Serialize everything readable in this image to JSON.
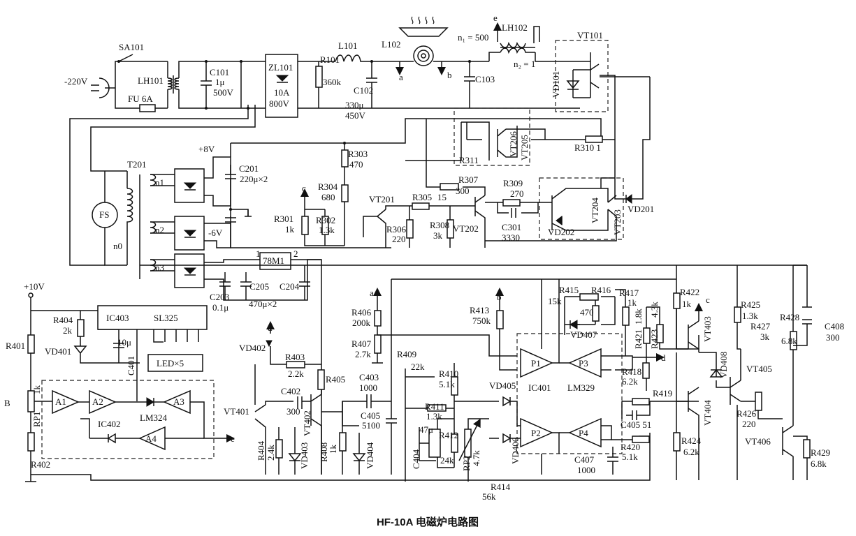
{
  "title": "HF-10A 电磁炉电路图",
  "labels": {
    "sa101": "SA101",
    "mains": "-220V",
    "lh101": "LH101",
    "fu": "FU 6A",
    "c101": "C101",
    "c101v": "1μ",
    "c101u": "500V",
    "zl101": "ZL101",
    "zl101a": "10A",
    "zl101b": "800V",
    "r101": "R101",
    "r101v": "360k",
    "l101": "L101",
    "l102": "L102",
    "c102": "C102",
    "c102v": "330μ",
    "c102u": "450V",
    "nodeA": "a",
    "nodeB": "b",
    "nodeC": "c",
    "nodeD": "d",
    "nodeE": "e",
    "n1eq": "n₁ = 500",
    "n2eq": "n₂ = 1",
    "lh102": "LH102",
    "c103": "C103",
    "vt101": "VT101",
    "vd101": "VD101",
    "p8v": "+8V",
    "t201": "T201",
    "n1": "n1",
    "n2": "n2",
    "n3": "n3",
    "n0": "n0",
    "fs": "FS",
    "m6v": "-6V",
    "c201": "C201",
    "c201v": "220μ×2",
    "r303": "R303",
    "r303v": "470",
    "r304": "R304",
    "r304v": "680",
    "r301": "R301",
    "r301v": "1k",
    "r302": "R302",
    "r302v": "1.3k",
    "vt201": "VT201",
    "r305": "R305",
    "r305v": "15",
    "r306": "R306",
    "r306v": "220",
    "r307": "R307",
    "r307v": "300",
    "r308": "R308",
    "r308v": "3k",
    "vt202": "VT202",
    "r309": "R309",
    "r309v": "270",
    "c301": "C301",
    "c301v": "3330",
    "r311": "R311",
    "vt206": "VT206",
    "vt205": "VT205",
    "r310": "R310 1",
    "vt204": "VT204",
    "vt203": "VT203",
    "vd201": "VD201",
    "vd202": "VD202",
    "ic78": "78M1",
    "pin1": "1",
    "pin2": "2",
    "c203": "C203",
    "c203v": "0.1μ",
    "c205": "C205",
    "c204": "C204",
    "c204v": "470μ×2",
    "p10v": "+10V",
    "r401": "R401",
    "r404": "R404",
    "r404v": "2k",
    "vd401": "VD401",
    "ic403": "IC403",
    "sl325": "SL325",
    "c401": "C401",
    "c401v": "10μ",
    "led": "LED×5",
    "nodeB2": "B",
    "rp1": "RP1",
    "rp1v": "1k",
    "a1": "A1",
    "a2": "A2",
    "a3": "A3",
    "a4": "A4",
    "ic402": "IC402",
    "lm324": "LM324",
    "r402": "R402",
    "vd402": "VD402",
    "r403": "R403",
    "r403v": "2.2k",
    "c402": "C402",
    "c402v": "300",
    "vt401": "VT401",
    "vt402": "VT402",
    "r405": "R405",
    "r404b": "R404",
    "r404bv": "2.4k",
    "vd403": "VD403",
    "r408": "R408",
    "r408v": "1k",
    "vd404": "VD404",
    "c403": "C403",
    "c403v": "1000",
    "c405a": "C405",
    "c405av": "5100",
    "r406": "R406",
    "r406v": "200k",
    "r407": "R407",
    "r407v": "2.7k",
    "r409": "R409",
    "r409v": "22k",
    "r410": "R410",
    "r410v": "5.1k",
    "r411": "R411",
    "r411v": "1.3k",
    "r412": "R412",
    "r412v": "24k",
    "c404": "C404",
    "c404v": "47μ",
    "rp2": "RP2",
    "rp2v": "4.7k",
    "r413": "R413",
    "r413v": "750k",
    "p1": "P1",
    "p2": "P2",
    "p3": "P3",
    "p4": "P4",
    "ic401": "IC401",
    "lm329": "LM329",
    "vd405": "VD405",
    "vd406": "VD406",
    "vd407": "VD407",
    "r415": "R415",
    "r415v": "15k",
    "r416": "R416",
    "r416v": "470",
    "r417": "R417",
    "r417v": "1k",
    "r421": "R421",
    "r421v": "1.8k",
    "r423": "R423",
    "r423v": "4.3k",
    "r418": "R418",
    "r418v": "6.2k",
    "r419": "R419",
    "c405b": "C405 51",
    "c407": "C407",
    "c407v": "1000",
    "r420": "R420",
    "r420v": "5.1k",
    "r414": "R414",
    "r414v": "56k",
    "r422": "R422",
    "r422v": "1k",
    "vt403": "VT403",
    "vt404": "VT404",
    "vd408": "VD408",
    "r424": "R424",
    "r424v": "6.2k",
    "r425": "R425",
    "r425v": "1.3k",
    "r427": "R427",
    "r427v": "3k",
    "r428": "R428",
    "r428v": "6.8k",
    "c408": "C408",
    "c408v": "300",
    "vt405": "VT405",
    "r426": "R426",
    "r426v": "220",
    "vt406": "VT406",
    "r429": "R429",
    "r429v": "6.8k"
  }
}
